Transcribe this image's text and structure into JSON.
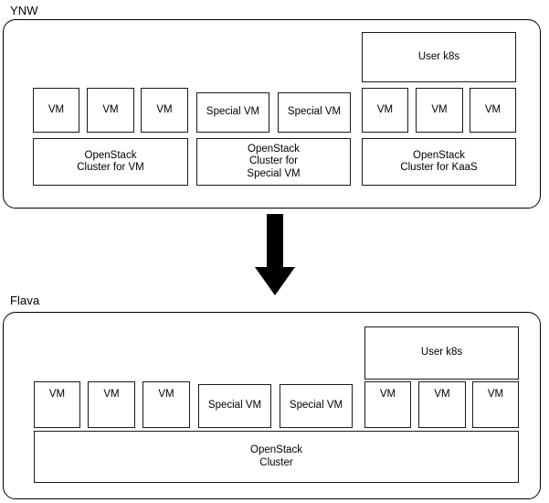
{
  "diagram": {
    "type": "architecture-comparison",
    "title_top": "YNW",
    "title_bottom": "Flava",
    "arrow": "down-arrow",
    "top_section": {
      "label": "YNW",
      "groups": [
        {
          "name": "vm-group",
          "vms": [
            "VM",
            "VM",
            "VM"
          ],
          "cluster": "OpenStack\nCluster for VM"
        },
        {
          "name": "special-vm-group",
          "vms": [
            "Special VM",
            "Special VM"
          ],
          "cluster": "OpenStack\nCluster for\nSpecial VM"
        },
        {
          "name": "kaas-group",
          "user_k8s": "User k8s",
          "vms": [
            "VM",
            "VM",
            "VM"
          ],
          "cluster": "OpenStack\nCluster for KaaS"
        }
      ]
    },
    "bottom_section": {
      "label": "Flava",
      "user_k8s": "User k8s",
      "vms": [
        "VM",
        "VM",
        "VM",
        "Special VM",
        "Special VM",
        "VM",
        "VM",
        "VM"
      ],
      "cluster": "OpenStack\nCluster"
    },
    "colors": {
      "stroke": "#000000",
      "fill": "#ffffff",
      "text": "#000000",
      "arrow": "#000000"
    }
  }
}
